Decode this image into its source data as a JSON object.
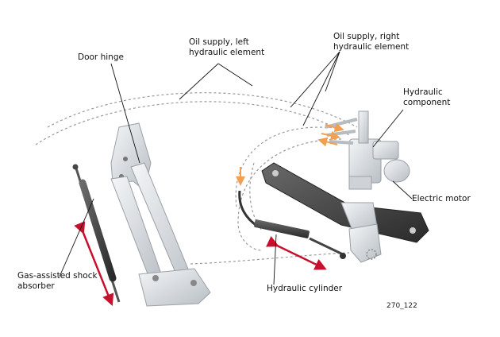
{
  "labels": {
    "door_hinge": "Door hinge",
    "oil_left": "Oil supply, left\nhydraulic element",
    "oil_right": "Oil supply, right\nhydraulic element",
    "hydraulic_component": "Hydraulic\ncomponent",
    "electric_motor": "Electric motor",
    "gas_shock": "Gas-assisted shock\nabsorber",
    "hydraulic_cylinder": "Hydraulic cylinder"
  },
  "figure_number": "270_122",
  "colors": {
    "motion_arrow": "#c8102e",
    "flow_arrow": "#f0a050",
    "supply_line": "#9a9a9a",
    "part_dark": "#3a3a3a",
    "part_light": "#d8dce0"
  }
}
